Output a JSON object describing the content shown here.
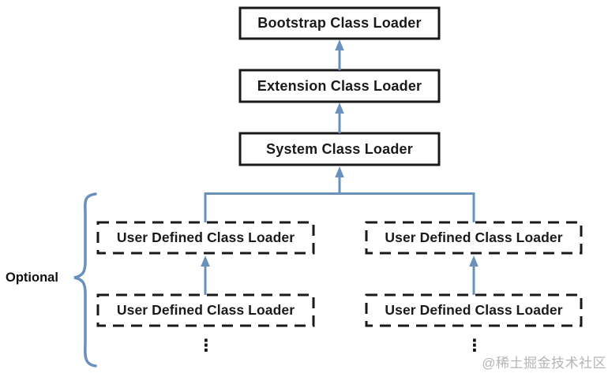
{
  "diagram": {
    "nodes": {
      "bootstrap": {
        "label": "Bootstrap Class Loader",
        "border": "solid"
      },
      "extension": {
        "label": "Extension Class Loader",
        "border": "solid"
      },
      "system": {
        "label": "System Class Loader",
        "border": "solid"
      },
      "user_defined_top_left": {
        "label": "User Defined Class Loader",
        "border": "dashed"
      },
      "user_defined_top_right": {
        "label": "User Defined Class Loader",
        "border": "dashed"
      },
      "user_defined_bottom_left": {
        "label": "User Defined Class Loader",
        "border": "dashed"
      },
      "user_defined_bottom_right": {
        "label": "User Defined Class Loader",
        "border": "dashed"
      }
    },
    "optional_label": "Optional",
    "icons": {
      "vertical_ellipsis": "⋮"
    },
    "colors": {
      "arrow_blue": "#6a90bc",
      "box_border": "#1a1a1a",
      "text": "#1a1a1a",
      "watermark_gray": "#b5b5b5",
      "background": "#ffffff"
    }
  },
  "watermark": "@稀土掘金技术社区"
}
